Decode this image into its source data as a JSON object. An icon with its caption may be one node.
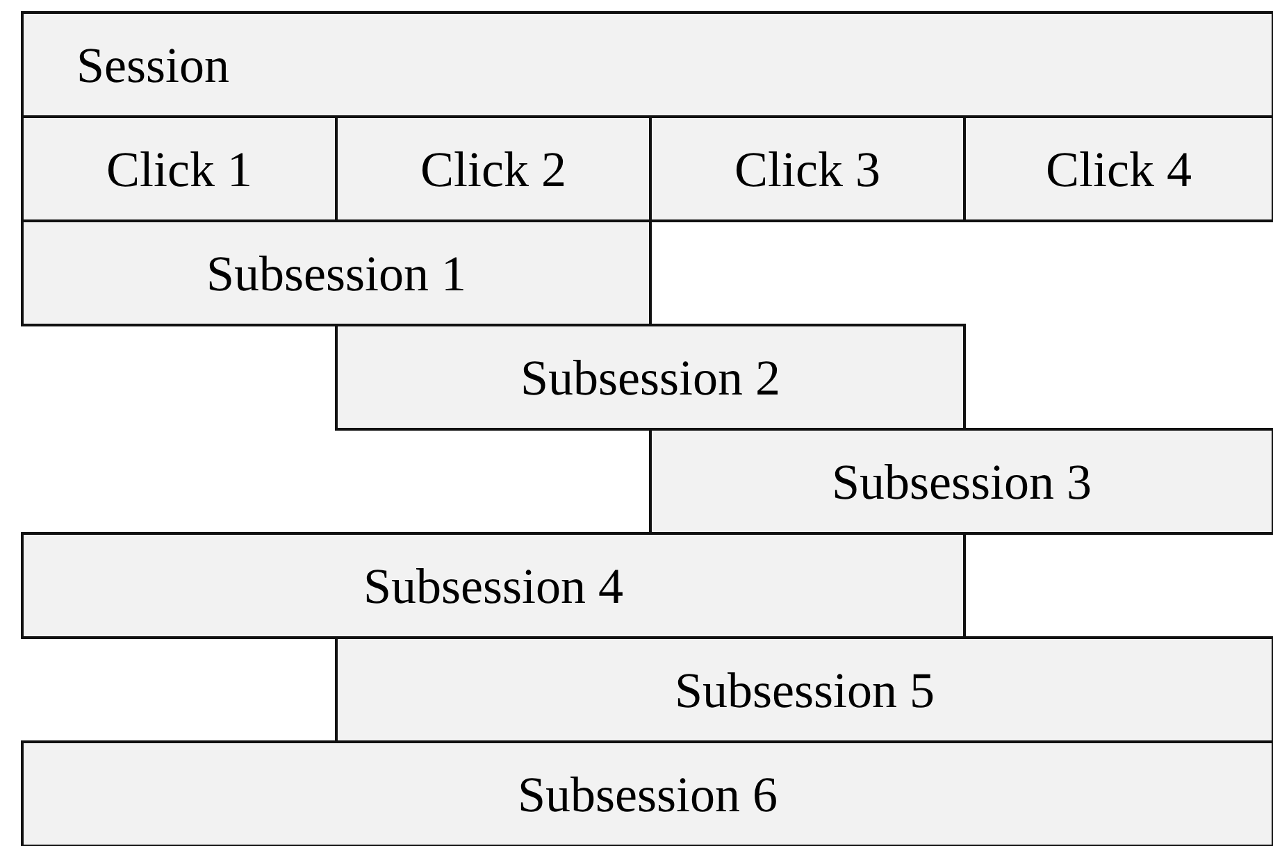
{
  "diagram": {
    "nodes": [
      {
        "text": [
          "Session"
        ]
      },
      {
        "text": [
          "Click 1"
        ]
      },
      {
        "text": [
          "Click 2"
        ]
      },
      {
        "text": [
          "Click 3"
        ]
      },
      {
        "text": [
          "Click 4"
        ]
      },
      {
        "text": [
          "Subsession 1"
        ]
      },
      {
        "text": [
          "Subsession 2"
        ]
      },
      {
        "text": [
          "Subsession 3"
        ]
      },
      {
        "text": [
          "Subsession 4"
        ]
      },
      {
        "text": [
          "Subsession 5"
        ]
      },
      {
        "text": [
          "Subsession 6"
        ]
      }
    ]
  }
}
